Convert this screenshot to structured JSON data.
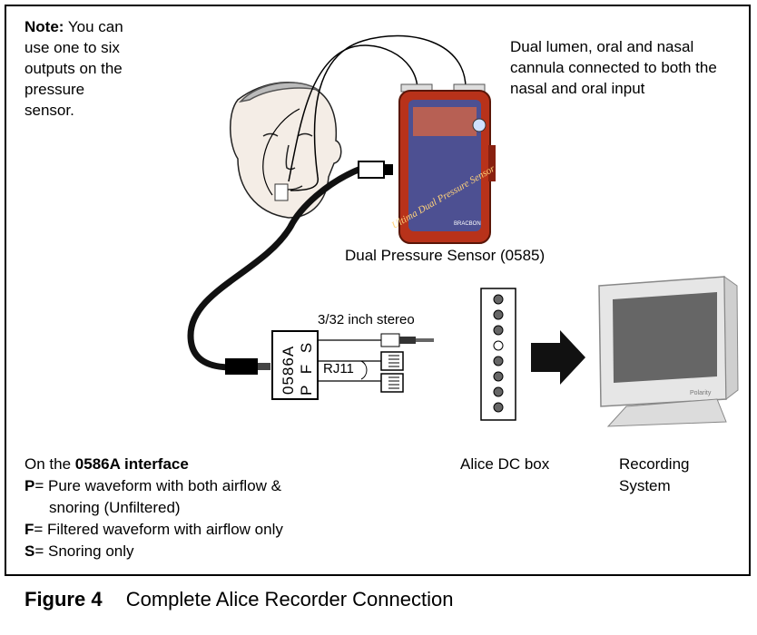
{
  "note": {
    "bold": "Note:",
    "text": "You can use one to six outputs on the pressure sensor."
  },
  "cannula_label": "Dual lumen, oral and nasal cannula connected to both the nasal and oral input",
  "sensor": {
    "label": "Dual Pressure Sensor (0585)",
    "logo_text": "Ultima Dual Pressure Sensor"
  },
  "interface": {
    "code": "0586A",
    "outputs": "P F S",
    "stereo_label": "3/32 inch stereo",
    "rj_label": "RJ11"
  },
  "legend": {
    "intro": "On the",
    "intro_bold": "0586A interface",
    "p_key": "P",
    "p_text": "= Pure waveform with both airflow &",
    "p_text2": "snoring (Unfiltered)",
    "f_key": "F",
    "f_text": "= Filtered waveform with airflow only",
    "s_key": "S",
    "s_text": "= Snoring only"
  },
  "alice_label": "Alice DC box",
  "recording_label": "Recording System",
  "caption": {
    "figure": "Figure 4",
    "title": "Complete Alice Recorder Connection"
  },
  "colors": {
    "sensor_body": "#b8321a",
    "sensor_face": "#3a56a8",
    "cable": "#111111",
    "monitor_screen": "#666666",
    "monitor_body": "#e6e6e6"
  }
}
